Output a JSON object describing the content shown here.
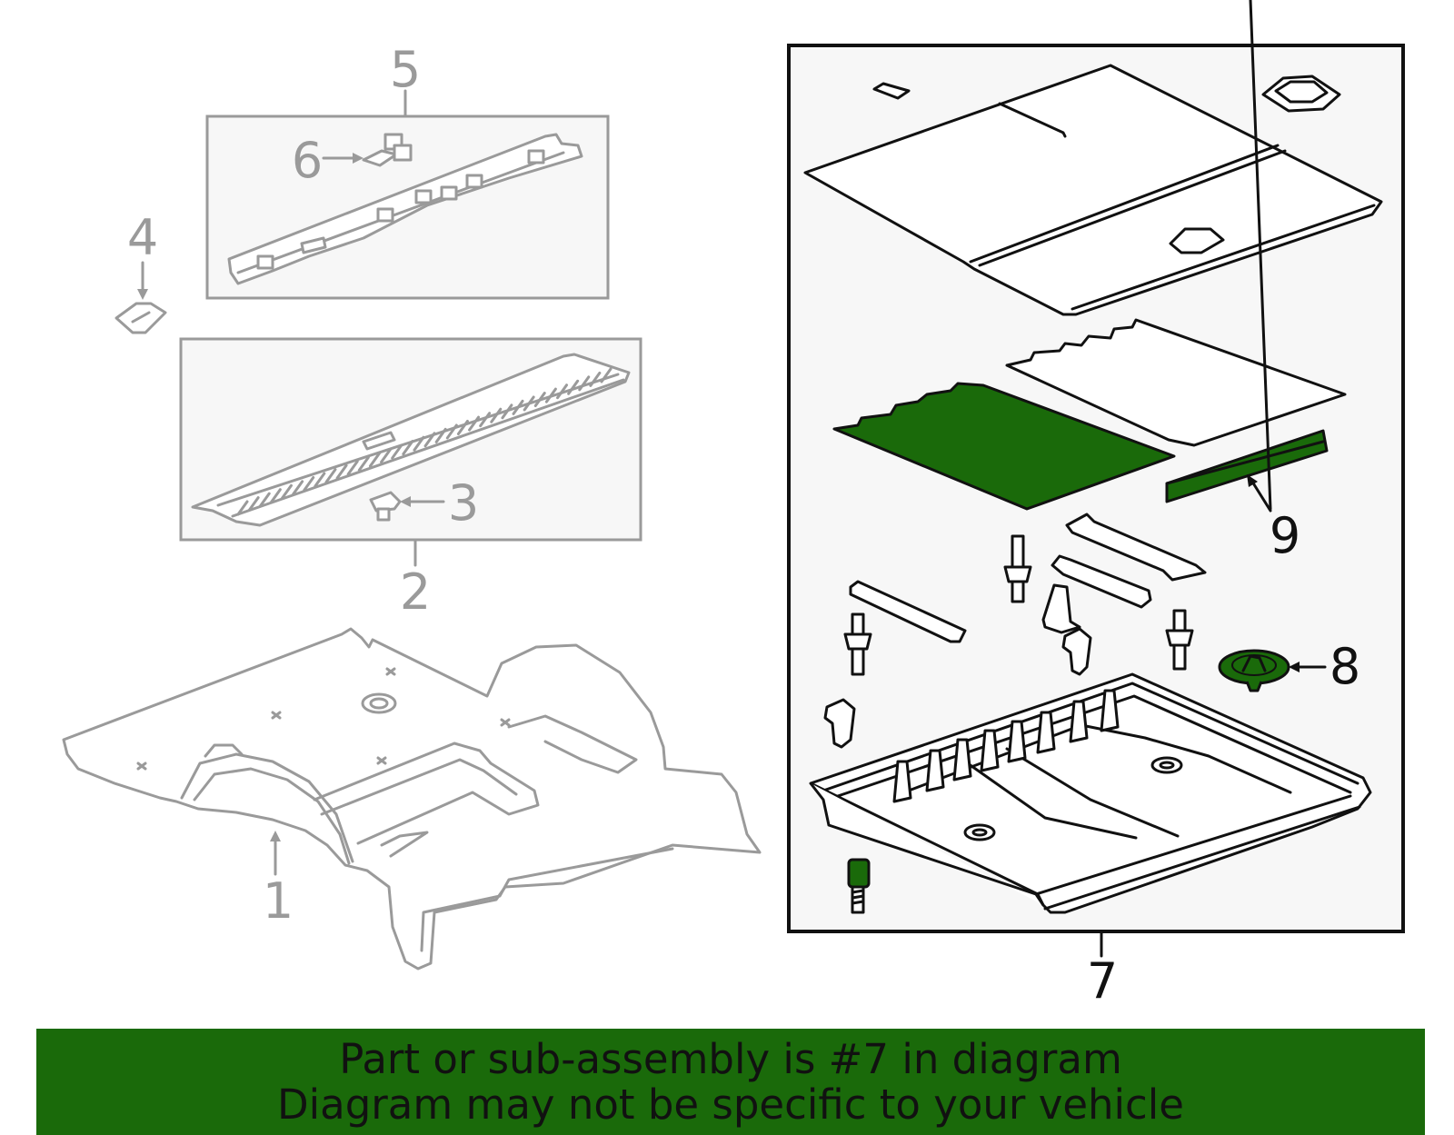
{
  "callouts": {
    "c1": "1",
    "c2": "2",
    "c3": "3",
    "c4": "4",
    "c5": "5",
    "c6": "6",
    "c7": "7",
    "c8": "8",
    "c9": "9"
  },
  "banner": {
    "line1": "Part or sub-assembly is #7 in diagram",
    "line2": "Diagram may not be specific to your vehicle",
    "background": "#1a6a0a"
  },
  "colors": {
    "highlight_part": "#1a6a0a",
    "inactive_parts": "#9a9a9a",
    "active_parts": "#111111",
    "box_fill": "#f7f7f7"
  }
}
